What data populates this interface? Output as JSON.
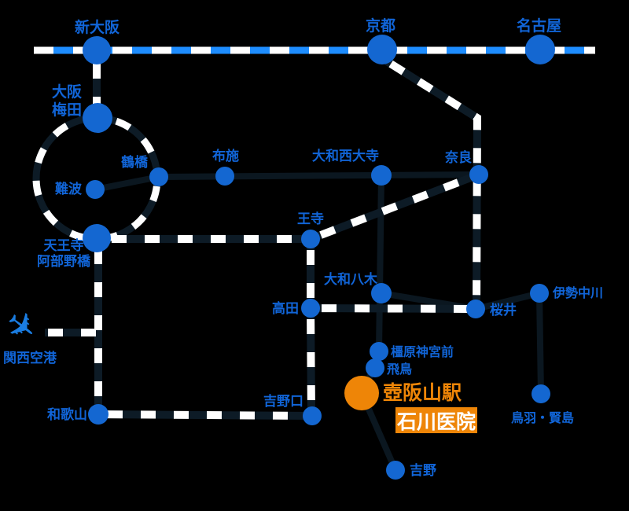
{
  "map": {
    "colors": {
      "background": "#000000",
      "station_blue": "#1467d1",
      "label_blue": "#1165d8",
      "shinkansen_blue": "#1e8dff",
      "line_dark": "#0d1b26",
      "line_dash": "#ffffff",
      "highlight_orange": "#ee8507",
      "clinic_text": "#ffffff"
    },
    "stations": [
      {
        "id": "shin-osaka",
        "label": "新大阪"
      },
      {
        "id": "kyoto",
        "label": "京都"
      },
      {
        "id": "nagoya",
        "label": "名古屋"
      },
      {
        "id": "osaka-umeda",
        "label": "大阪\n梅田"
      },
      {
        "id": "tsuruhashi",
        "label": "鶴橋"
      },
      {
        "id": "namba",
        "label": "難波"
      },
      {
        "id": "tennoji-abenobashi",
        "label": "天王寺\n阿部野橋"
      },
      {
        "id": "fuse",
        "label": "布施"
      },
      {
        "id": "yamato-saidaiji",
        "label": "大和西大寺"
      },
      {
        "id": "nara",
        "label": "奈良"
      },
      {
        "id": "oji",
        "label": "王寺"
      },
      {
        "id": "yamato-yagi",
        "label": "大和八木"
      },
      {
        "id": "takada",
        "label": "高田"
      },
      {
        "id": "sakurai",
        "label": "桜井"
      },
      {
        "id": "ise-nakagawa",
        "label": "伊勢中川"
      },
      {
        "id": "kashiharajingu-mae",
        "label": "橿原神宮前"
      },
      {
        "id": "asuka",
        "label": "飛鳥"
      },
      {
        "id": "tsubosakayama",
        "label": "壺阪山駅",
        "highlight": true
      },
      {
        "id": "yoshinoguchi",
        "label": "吉野口"
      },
      {
        "id": "wakayama",
        "label": "和歌山"
      },
      {
        "id": "yoshino",
        "label": "吉野"
      },
      {
        "id": "toba-kashikojima",
        "label": "鳥羽・賢島"
      },
      {
        "id": "kansai-airport",
        "label": "関西空港"
      }
    ],
    "clinic": {
      "label": "石川医院"
    },
    "icons": {
      "airport": "✈"
    }
  }
}
